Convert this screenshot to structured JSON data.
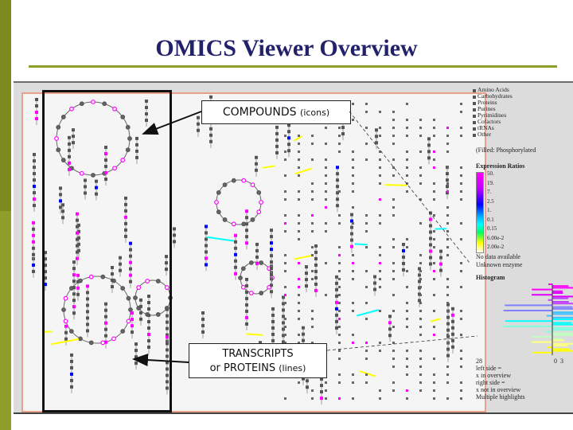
{
  "slide": {
    "title": "OMICS Viewer Overview",
    "accent_color": "#8f9d2a",
    "title_color": "#22226a"
  },
  "callouts": {
    "compounds": {
      "main": "COMPOUNDS",
      "sub": "(icons)"
    },
    "transcripts": {
      "line1": "TRANSCRIPTS",
      "line2_main": "or PROTEINS",
      "line2_sub": "(lines)"
    }
  },
  "legend": {
    "compound_classes": [
      "Amino Acids",
      "Carbohydrates",
      "Proteins",
      "Purines",
      "Pyrimidines",
      "Cofactors",
      "tRNAs",
      "Other"
    ],
    "filled_note": "(Filled: Phosphorylated",
    "expression_ratios_title": "Expression Ratios",
    "scale_labels": [
      "50.",
      "19.",
      "7.",
      "2.5",
      "1.",
      "0.1",
      "0.15",
      "6.00e-2",
      "2.00e-2"
    ],
    "no_data": "No data available",
    "unknown_enzyme": "Unknown enzyme",
    "histogram_title": "Histogram",
    "histogram_axis_left": "28",
    "histogram_axis_mid": "0",
    "histogram_axis_right": "3",
    "notes": [
      "left side =",
      "x in overview",
      "right side =",
      "x not in overview",
      "Multiple highlights"
    ]
  },
  "icons": {
    "node_highlight": "#ff00ff",
    "node_low": "#0000ff",
    "edge_yellow": "#ffff00",
    "edge_cyan": "#00ffff"
  }
}
